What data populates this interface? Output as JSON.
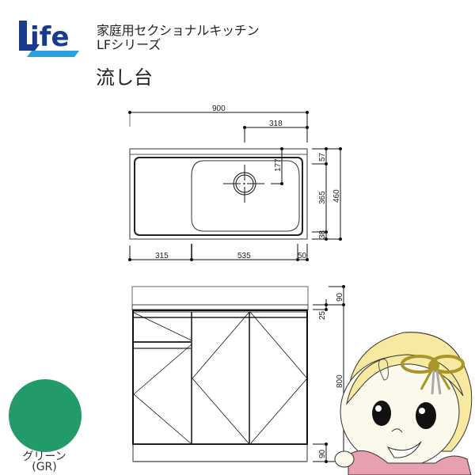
{
  "brand": {
    "logo_text": "Life",
    "logo_primary": "#1a3a8c",
    "logo_accent": "#2aa0e0"
  },
  "header": {
    "title_line1": "家庭用セクショナルキッチン",
    "title_line2": "LFシリーズ",
    "product_name": "流し台"
  },
  "top_view": {
    "dimensions": {
      "overall_width": "900",
      "drain_offset": "318",
      "drain_depth": "177",
      "front_margin": "57",
      "basin_depth": "365",
      "overall_depth": "460",
      "back_margin": "38",
      "left_width": "315",
      "basin_width": "535",
      "right_margin": "50"
    }
  },
  "front_view": {
    "dimensions": {
      "backsplash_height": "90",
      "counter_thickness": "25",
      "overall_height": "800",
      "plinth_height": "90"
    }
  },
  "color_option": {
    "name": "グリーン",
    "code": "(GR)",
    "hex": "#229a6a"
  },
  "mascot": {
    "description": "kimono-girl-mascot"
  }
}
